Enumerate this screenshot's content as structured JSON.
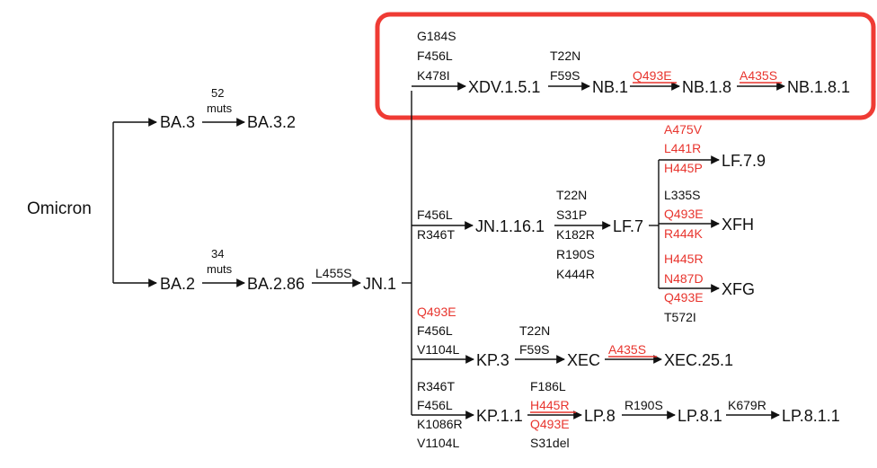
{
  "colors": {
    "text": "#111111",
    "mutation_red": "#e8352e",
    "highlight": "#ef3b34"
  },
  "root": "Omicron",
  "nodes": {
    "ba3": "BA.3",
    "ba32": "BA.3.2",
    "ba2": "BA.2",
    "ba286": "BA.2.86",
    "jn1": "JN.1",
    "xdv": "XDV.1.5.1",
    "nb1": "NB.1",
    "nb18": "NB.1.8",
    "nb181": "NB.1.8.1",
    "jn1161": "JN.1.16.1",
    "lf7": "LF.7",
    "lf79": "LF.7.9",
    "xfh": "XFH",
    "xfg": "XFG",
    "kp3": "KP.3",
    "xec": "XEC",
    "xec251": "XEC.25.1",
    "kp11": "KP.1.1",
    "lp8": "LP.8",
    "lp81": "LP.8.1",
    "lp811": "LP.8.1.1"
  },
  "labels": {
    "ba3_muts": [
      "52",
      "muts"
    ],
    "ba2_muts": [
      "34",
      "muts"
    ],
    "ba286_jn1": "L455S",
    "xdv": [
      "G184S",
      "F456L",
      "K478I"
    ],
    "xdv_nb1": [
      "T22N",
      "F59S"
    ],
    "nb1_nb18": "Q493E",
    "nb18_nb181": "A435S",
    "jn1161": [
      "F456L",
      "R346T"
    ],
    "jn1161_lf7": [
      "T22N",
      "S31P",
      "K182R",
      "R190S",
      "K444R"
    ],
    "lf79": [
      "A475V",
      "L441R",
      "H445P"
    ],
    "xfh": [
      "L335S",
      "Q493E",
      "R444K"
    ],
    "xfg": [
      "H445R",
      "N487D",
      "Q493E",
      "T572I"
    ],
    "kp3": [
      "Q493E",
      "F456L",
      "V1104L"
    ],
    "kp3_xec": [
      "T22N",
      "F59S"
    ],
    "xec_xec251": "A435S",
    "kp11": [
      "R346T",
      "F456L",
      "K1086R",
      "V1104L"
    ],
    "kp11_lp8": [
      "F186L",
      "H445R",
      "Q493E",
      "S31del"
    ],
    "lp8_lp81": "R190S",
    "lp81_lp811": "K679R"
  }
}
